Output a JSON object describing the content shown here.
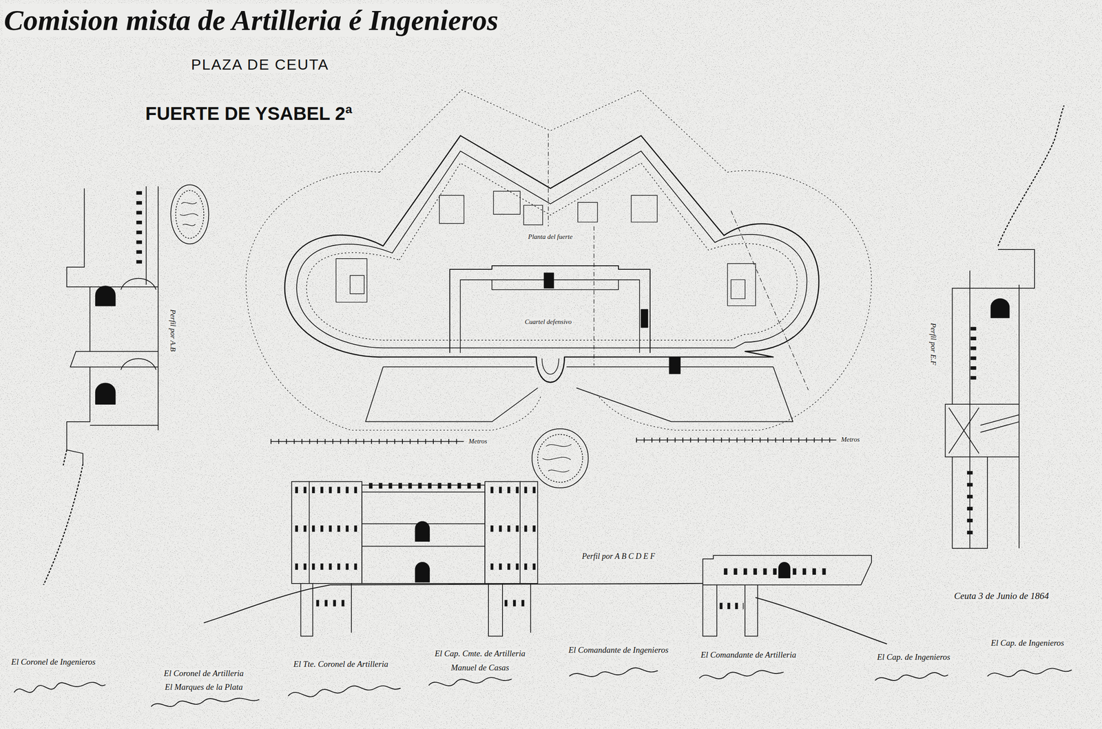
{
  "diagram": {
    "title": "Comision mista de Artilleria é Ingenieros",
    "nodes": [
      {
        "text": [
          "Planta del fuerte"
        ]
      },
      {
        "text": [
          "Cuartel defensivo"
        ],
        "in": 0
      }
    ],
    "labels": [
      "PLAZA DE CEUTA",
      "FUERTE DE YSABEL 2ª",
      "Perfil por A.B",
      "Metros",
      "Metros",
      "Perfil por A B C D E F",
      "Perfil por E.F",
      "Ceuta 3 de Junio de 1864",
      "El Coronel de Ingenieros",
      "El Coronel de Artilleria",
      "El Marques de la Plata",
      "El Tte. Coronel de Artilleria",
      "El Cap. Cmte. de Artilleria",
      "Manuel de Casas",
      "El Comandante de Ingenieros",
      "El Comandante de Artilleria",
      "El Cap. de Ingenieros",
      "El Cap. de Ingenieros"
    ]
  }
}
